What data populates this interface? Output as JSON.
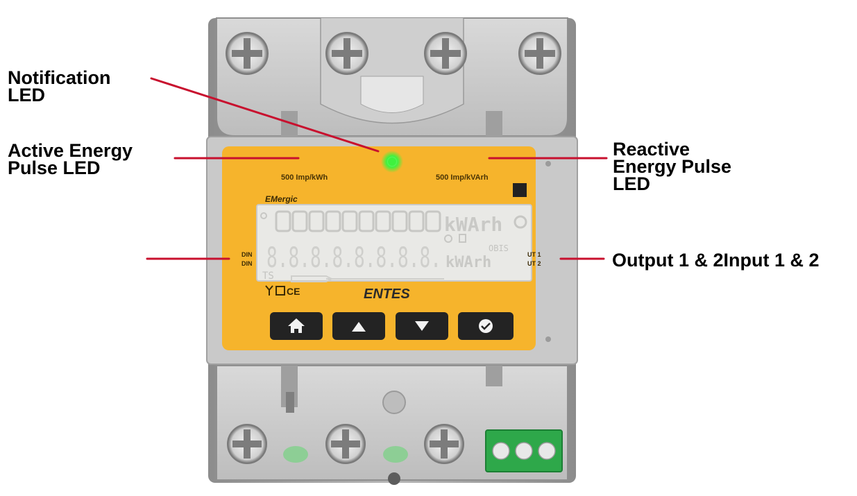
{
  "callouts": {
    "notification_led": {
      "line1": "Notification",
      "line2": "LED"
    },
    "active_energy": {
      "line1": "Active Energy",
      "line2": "Pulse LED"
    },
    "reactive_energy": {
      "line1": "Reactive",
      "line2": "Energy Pulse",
      "line3": "LED"
    },
    "output_input": "Output 1 & 2Input 1 & 2"
  },
  "device": {
    "active_rate": "500 Imp/kWh",
    "reactive_rate": "500 Imp/kVArh",
    "brand_top": "EMergic",
    "brand_main": "ENTES",
    "lcd_units_top": "kWArh",
    "lcd_units_bottom": "kWArh",
    "lcd_digits": "8.8.8.8.8.8.8.8.",
    "lcd_obis": "OBIS",
    "lcd_ts": "TS",
    "din_label_1": "DIN",
    "din_label_2": "DIN",
    "out_label_1": "UT 1",
    "out_label_2": "UT 2",
    "ce_mark": "CE",
    "buttons": [
      "home-icon",
      "arrow-up-icon",
      "arrow-down-icon",
      "check-icon"
    ]
  },
  "colors": {
    "panel_yellow": "#f6b42c",
    "led_green": "#3ef23e",
    "callout_line": "#c8102e",
    "lcd": "#e9e9e6",
    "button": "#232323"
  }
}
